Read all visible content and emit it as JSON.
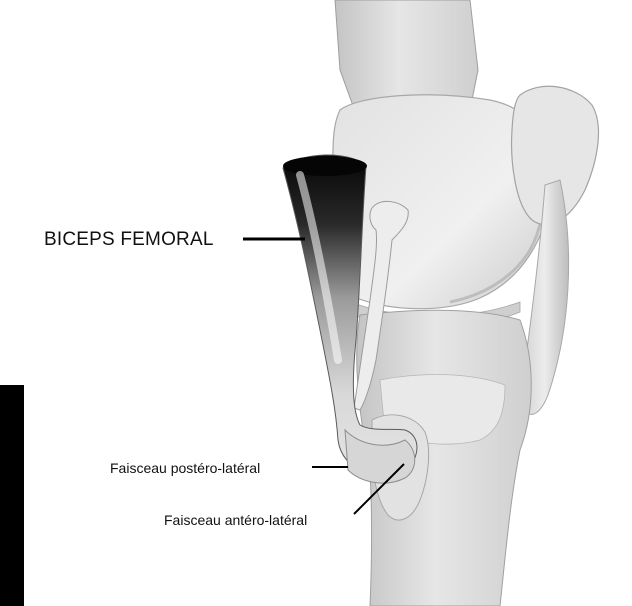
{
  "labels": {
    "biceps_femoral": "BICEPS FEMORAL",
    "faisceau_postero_lateral": "Faisceau postéro-latéral",
    "faisceau_antero_lateral": "Faisceau antéro-latéral"
  },
  "colors": {
    "background": "#ffffff",
    "bone": "#dedede",
    "bone_shadow": "#b8b8b8",
    "text": "#111111",
    "tendon_dark": "#0a0a0a",
    "left_edge_bar": "#000000"
  }
}
